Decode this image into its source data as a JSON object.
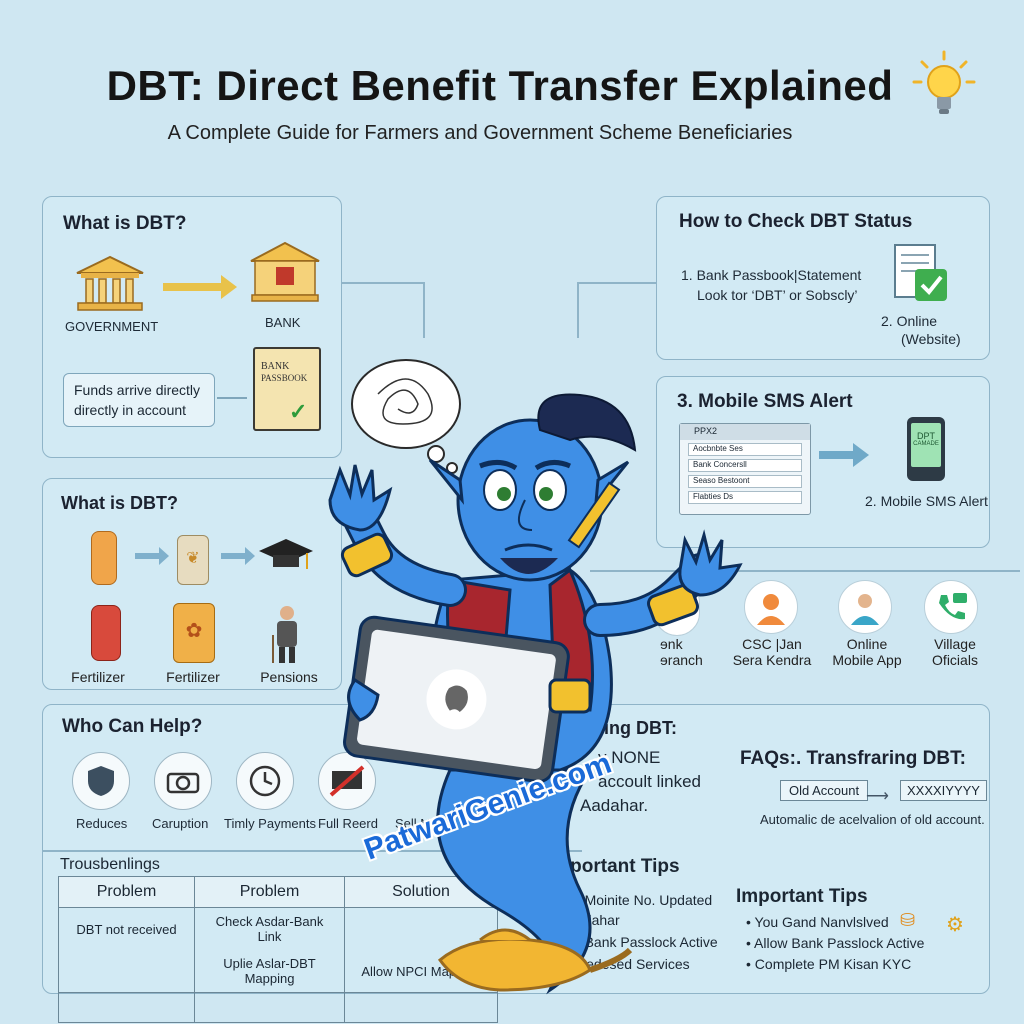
{
  "header": {
    "title": "DBT: Direct Benefit Transfer Explained",
    "subtitle": "A Complete Guide for Farmers and Government Scheme Beneficiaries"
  },
  "what_is_dbt": {
    "title": "What is DBT?",
    "government": "GOVERNMENT",
    "bank": "BANK",
    "passbook_line1": "BANK",
    "passbook_line2": "PASSBOOK",
    "funds_line1": "Funds arrive directly",
    "funds_line2": "directly in account"
  },
  "check_status": {
    "title": "How to Check DBT Status",
    "item1_line1": "1. Bank Passbook|Statement",
    "item1_line2": "Look tor ‘DBT’ or Sobscly’",
    "item2_line1": "2. Online",
    "item2_line2": "(Website)"
  },
  "sms": {
    "title": "3. Mobile SMS Alert",
    "form_header": "PPX2",
    "form_rows": [
      "Aocbnbte Ses",
      "Bank Concersll",
      "Seaso Bestoont",
      "Flabties Ds"
    ],
    "phone_text_line1": "DPT",
    "phone_text_line2": "CAMADE",
    "caption": "2. Mobile SMS Alert"
  },
  "schemes": {
    "title": "What is DBT?",
    "labels": [
      "Fertilizer",
      "Fertilizer",
      "Pensions"
    ]
  },
  "help_channels": {
    "items": [
      {
        "line1": "Bank",
        "line2": "Branch"
      },
      {
        "line1": "CSC |Jan",
        "line2": "Sera Kendra"
      },
      {
        "line1": "Online",
        "line2": "Mobile App"
      },
      {
        "line1": "Village",
        "line2": "Oficials"
      }
    ],
    "partial_line1": "ɘnk",
    "partial_line2": "ɘranch"
  },
  "who_can_help": {
    "title": "Who Can Help?",
    "benefits": [
      "Reduces",
      "Caruption",
      "Timly Payments",
      "Full Reerd",
      "Sell M"
    ]
  },
  "linking": {
    "title_partial": "ing DBT:",
    "line1": "y NONE",
    "line2": "accoult linked",
    "line3": "Aadahar."
  },
  "faq": {
    "title": "FAQs:. Transfraring DBT:",
    "old_account": "Old Account",
    "new_account": "XXXXIYYYY",
    "note": "Automalic de acelvalion of old account."
  },
  "troubleshooting": {
    "title": "Trousbenlings",
    "headers": [
      "Problem",
      "Problem",
      "Solution"
    ],
    "rows": [
      [
        "DBT not received",
        "Check Asdar-Bank Link",
        ""
      ],
      [
        "",
        "Uplie Aslar-DBT Mapping",
        "Allow NPCI Mapping"
      ],
      [
        "",
        "",
        ""
      ]
    ]
  },
  "tips_mid": {
    "title": "Important Tips",
    "lines": [
      "Keep Moinite No. Updated",
      "on Aadahar",
      "Keep Bank Passlock Active",
      "Use Pedesed Services"
    ]
  },
  "tips_right": {
    "title": "Important Tips",
    "bullets": [
      "You Gand Nanvlslved",
      "Allow Bank Passlock Active",
      "Complete PM Kisan KYC"
    ]
  },
  "mascot": {
    "watermark": "PatwariGenie.com"
  },
  "colors": {
    "background": "#cfe7f2",
    "panel_border": "#8fb4c8",
    "genie_blue": "#3f8fe6",
    "gold": "#e8c24a",
    "vest_red": "#a8262e"
  }
}
